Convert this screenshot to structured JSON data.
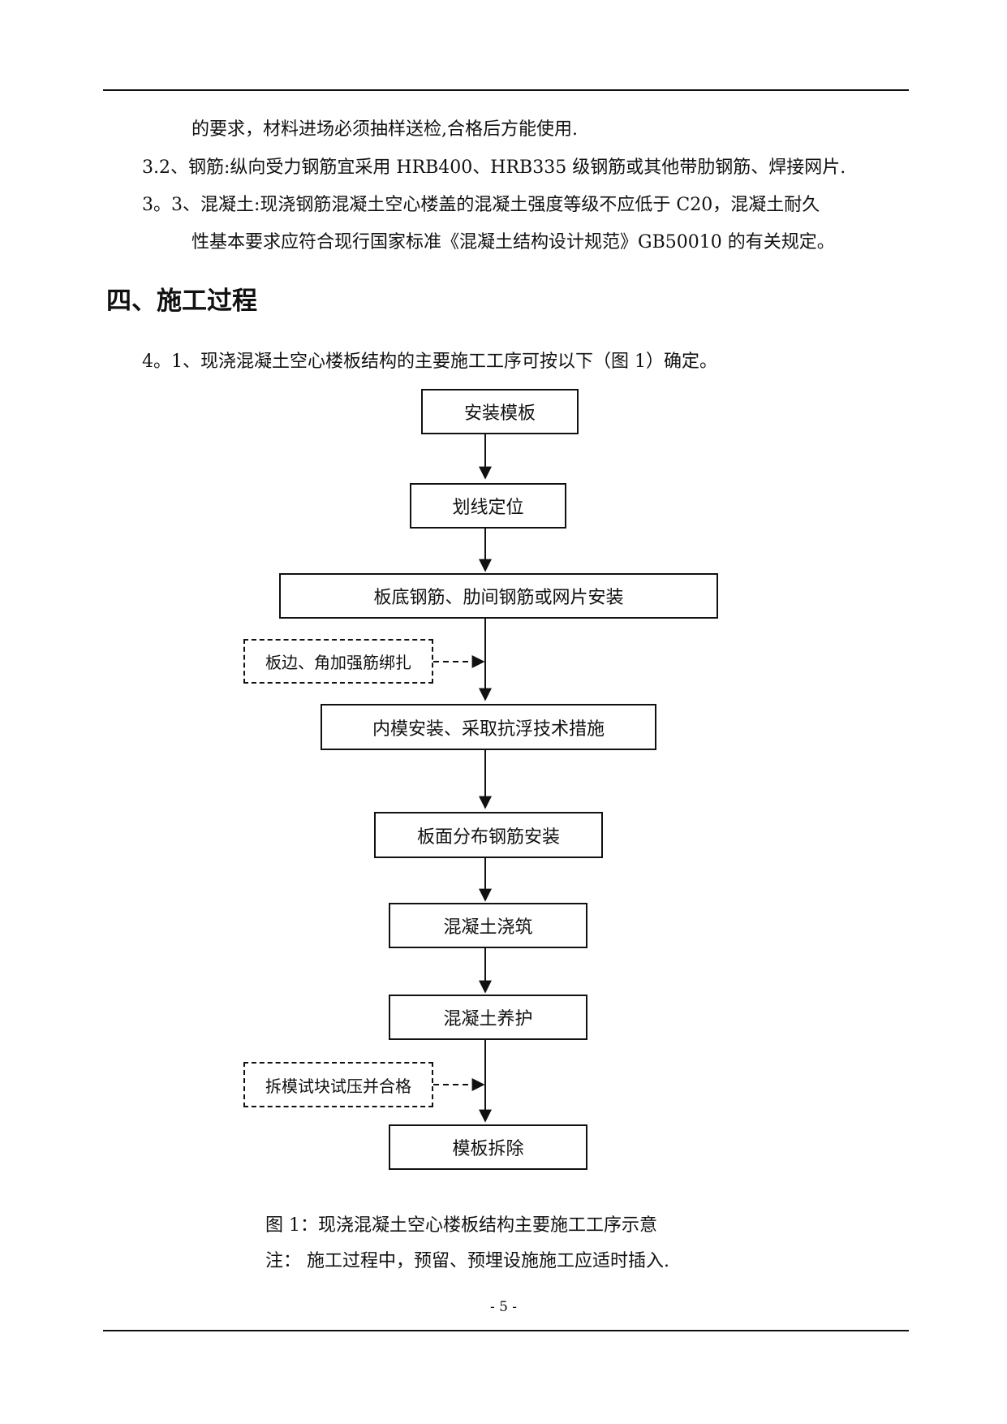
{
  "paragraphs": {
    "p1_continued": "的要求，材料进场必须抽样送检,合格后方能使用.",
    "p3_2": "3.2、钢筋:纵向受力钢筋宜采用 HRB400、HRB335 级钢筋或其他带肋钢筋、焊接网片.",
    "p3_3_line1": "3。3、混凝土:现浇钢筋混凝土空心楼盖的混凝土强度等级不应低于 C20，混凝土耐久",
    "p3_3_line2": "性基本要求应符合现行国家标准《混凝土结构设计规范》GB50010 的有关规定。"
  },
  "section_heading": "四、施工过程",
  "intro_4_1": "4。1、现浇混凝土空心楼板结构的主要施工工序可按以下（图 1）确定。",
  "flowchart": {
    "step1": "安装模板",
    "step2": "划线定位",
    "step3": "板底钢筋、肋间钢筋或网片安装",
    "side1": "板边、角加强筋绑扎",
    "step4": "内模安装、采取抗浮技术措施",
    "step5": "板面分布钢筋安装",
    "step6": "混凝土浇筑",
    "step7": "混凝土养护",
    "side2": "拆模试块试压并合格",
    "step8": "模板拆除"
  },
  "figure_caption": "图 1：现浇混凝土空心楼板结构主要施工工序示意",
  "note": "注：  施工过程中，预留、预埋设施施工应适时插入.",
  "page_number": "- 5 -"
}
